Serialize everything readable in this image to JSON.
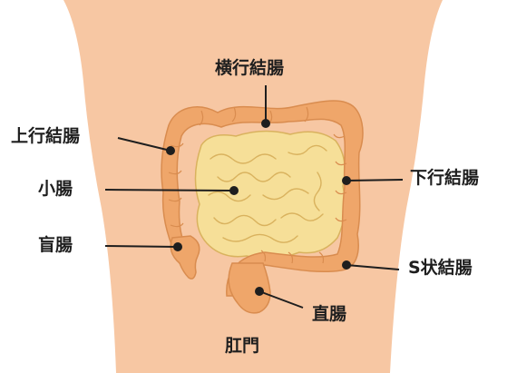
{
  "labels": {
    "transverse_colon": "横行結腸",
    "ascending_colon": "上行結腸",
    "small_intestine": "小腸",
    "cecum": "盲腸",
    "descending_colon": "下行結腸",
    "sigmoid_colon": "S状結腸",
    "rectum": "直腸",
    "anus": "肛門"
  },
  "colors": {
    "skin": "#f7c7a3",
    "colon": "#efa66a",
    "colon_outline": "#d98c4f",
    "small_intestine": "#f6df98",
    "small_intestine_outline": "#d9b25e",
    "leader_line": "#1e1e1e"
  }
}
